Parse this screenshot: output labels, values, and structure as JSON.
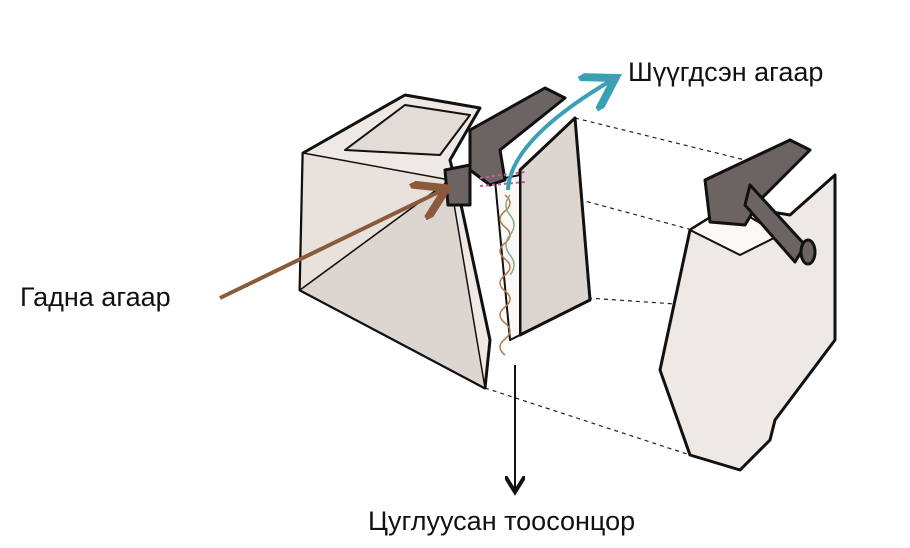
{
  "labels": {
    "filtered_air": "Шүүгдсэн агаар",
    "outside_air": "Гадна агаар",
    "collected_particles": "Цуглуусан тоосонцор"
  },
  "colors": {
    "block_fill": "#efe9e5",
    "block_shade": "#ddd5d0",
    "part_dark": "#6b6462",
    "outside_air_arrow": "#8a5a3c",
    "filtered_air_arrow": "#3aa0b5",
    "particles_arrow": "#111111"
  }
}
